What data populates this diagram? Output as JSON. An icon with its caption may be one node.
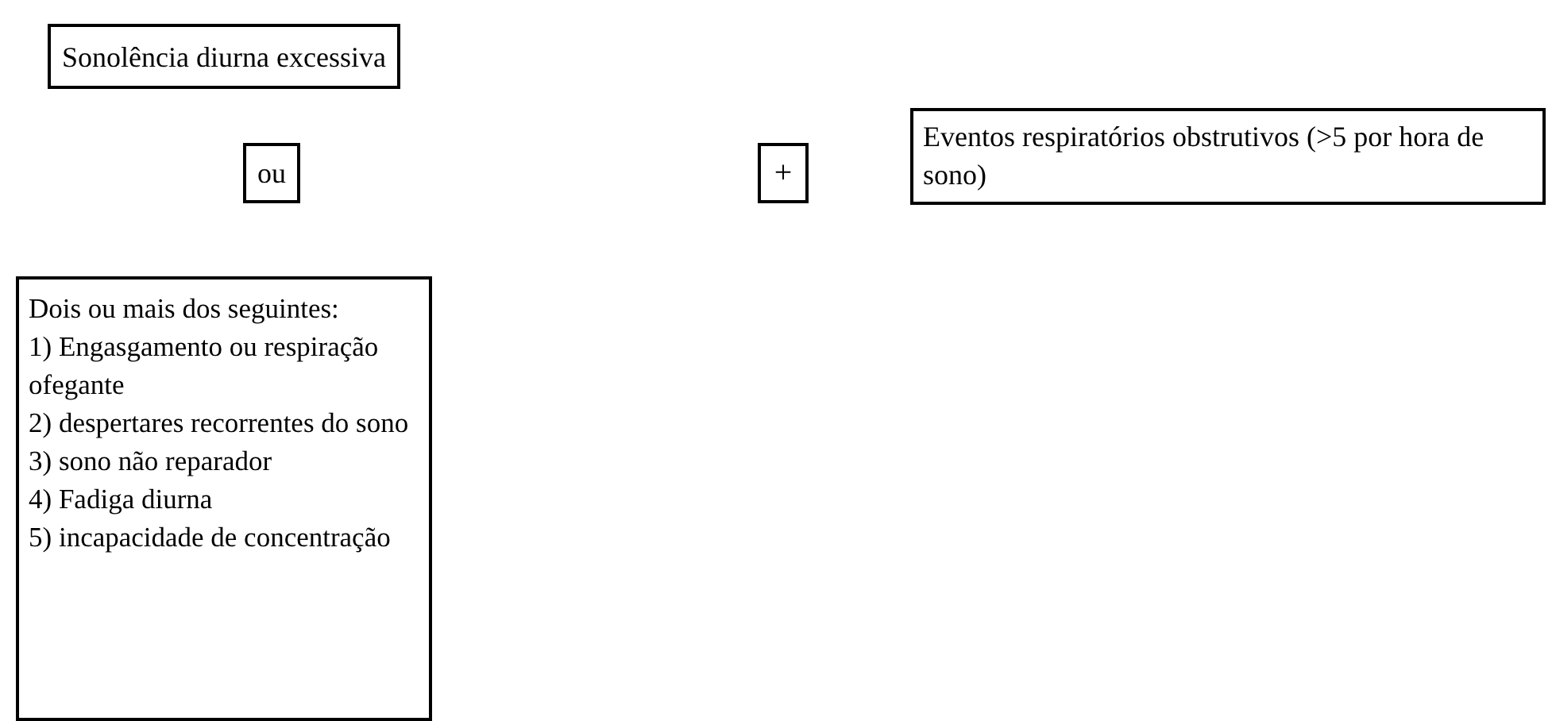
{
  "diagram": {
    "nodes": [
      {
        "text": [
          "Sonolência diurna excessiva"
        ]
      },
      {
        "text": [
          "ou"
        ]
      },
      {
        "text": [
          "+"
        ]
      },
      {
        "text": [
          "Eventos respiratórios obstrutivos (>5 por hora de sono)"
        ]
      },
      {
        "text": [
          "Dois ou mais dos seguintes:",
          "1) Engasgamento ou respiração ofegante",
          "2) despertares recorrentes do sono",
          "3) sono não reparador",
          "4) Fadiga diurna",
          "5) incapacidade de concentração"
        ]
      }
    ]
  }
}
